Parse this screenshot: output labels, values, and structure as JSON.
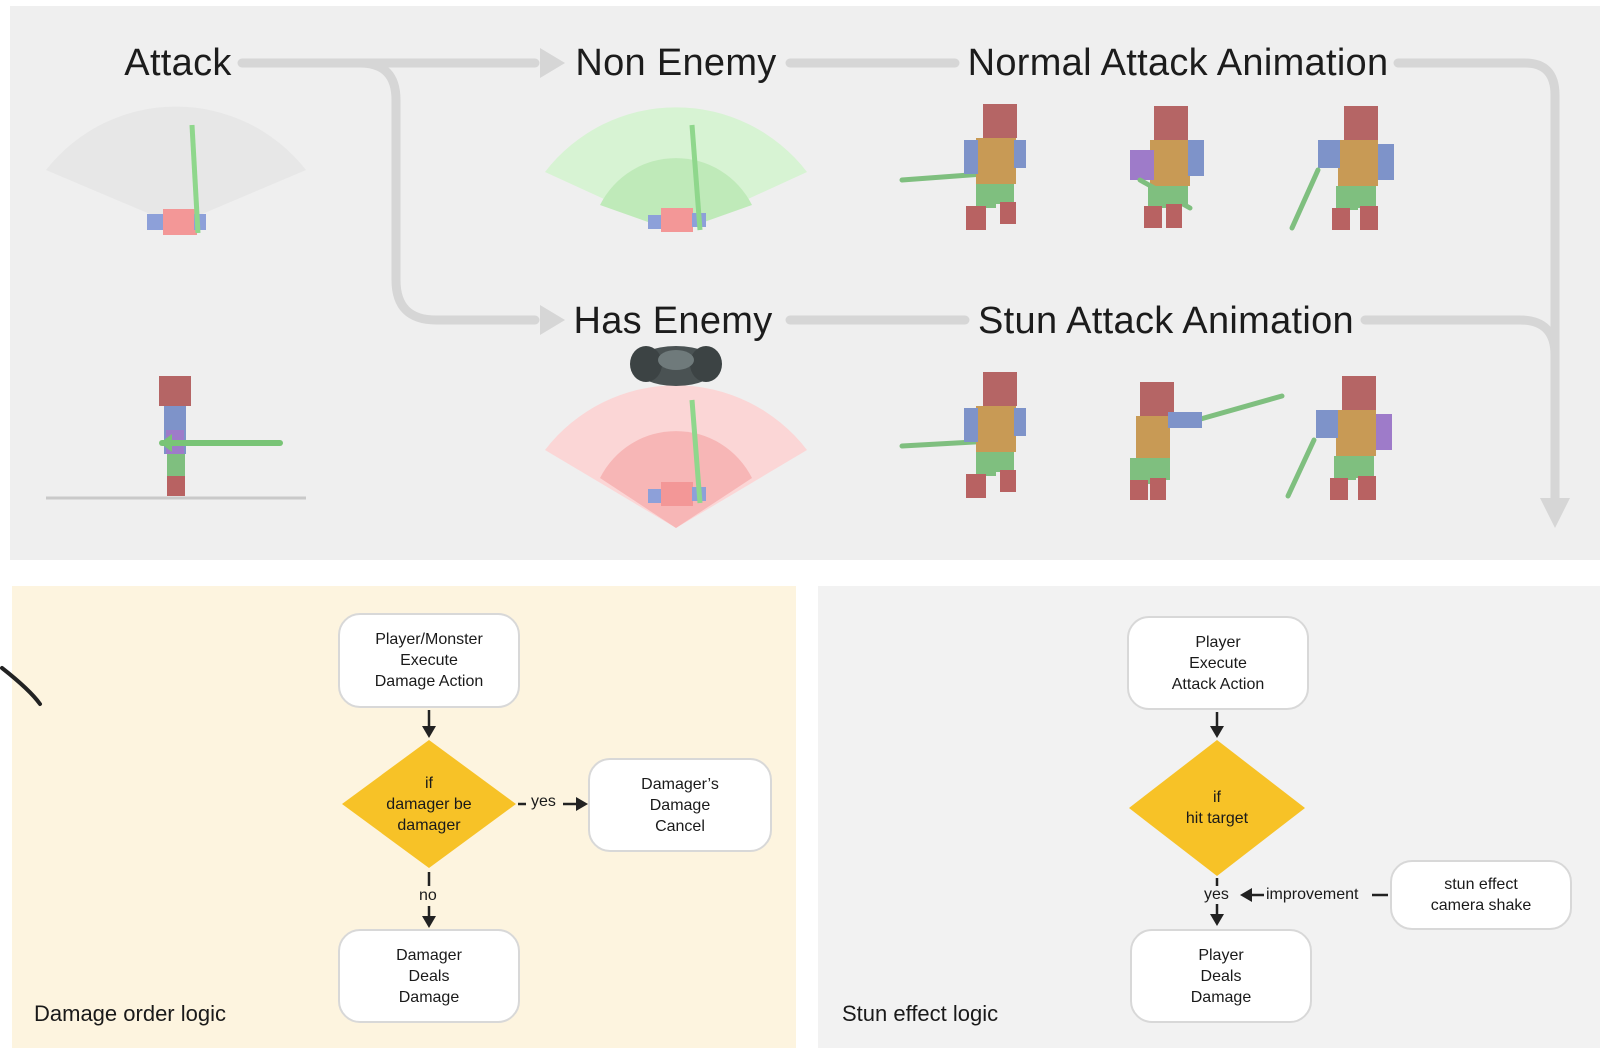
{
  "top_flow": {
    "attack": "Attack",
    "non_enemy": "Non Enemy",
    "has_enemy": "Has Enemy",
    "normal_attack_animation": "Normal Attack Animation",
    "stun_attack_animation": "Stun Attack Animation"
  },
  "damage_order": {
    "caption": "Damage order logic",
    "start_node": "Player/Monster\nExecute\nDamage Action",
    "decision": "if\ndamager be\ndamager",
    "yes_label": "yes",
    "no_label": "no",
    "yes_node": "Damager’s\nDamage\nCancel",
    "no_node": "Damager\nDeals\nDamage"
  },
  "stun_effect": {
    "caption": "Stun effect logic",
    "start_node": "Player\nExecute\nAttack Action",
    "decision": "if\nhit target",
    "yes_label": "yes",
    "improvement_label": "improvement",
    "side_node": "stun effect\ncamera shake",
    "end_node": "Player\nDeals\nDamage"
  },
  "colors": {
    "panel_top": "#efefef",
    "panel_left": "#fdf4df",
    "panel_right": "#f2f2f2",
    "diamond": "#f7c227",
    "arrow_gray": "#d6d6d6",
    "cone_green": "#c8efc4",
    "cone_red": "#fbc7c7"
  },
  "icons": {
    "character": "blocky-character-icon",
    "monster": "monster-icon"
  }
}
